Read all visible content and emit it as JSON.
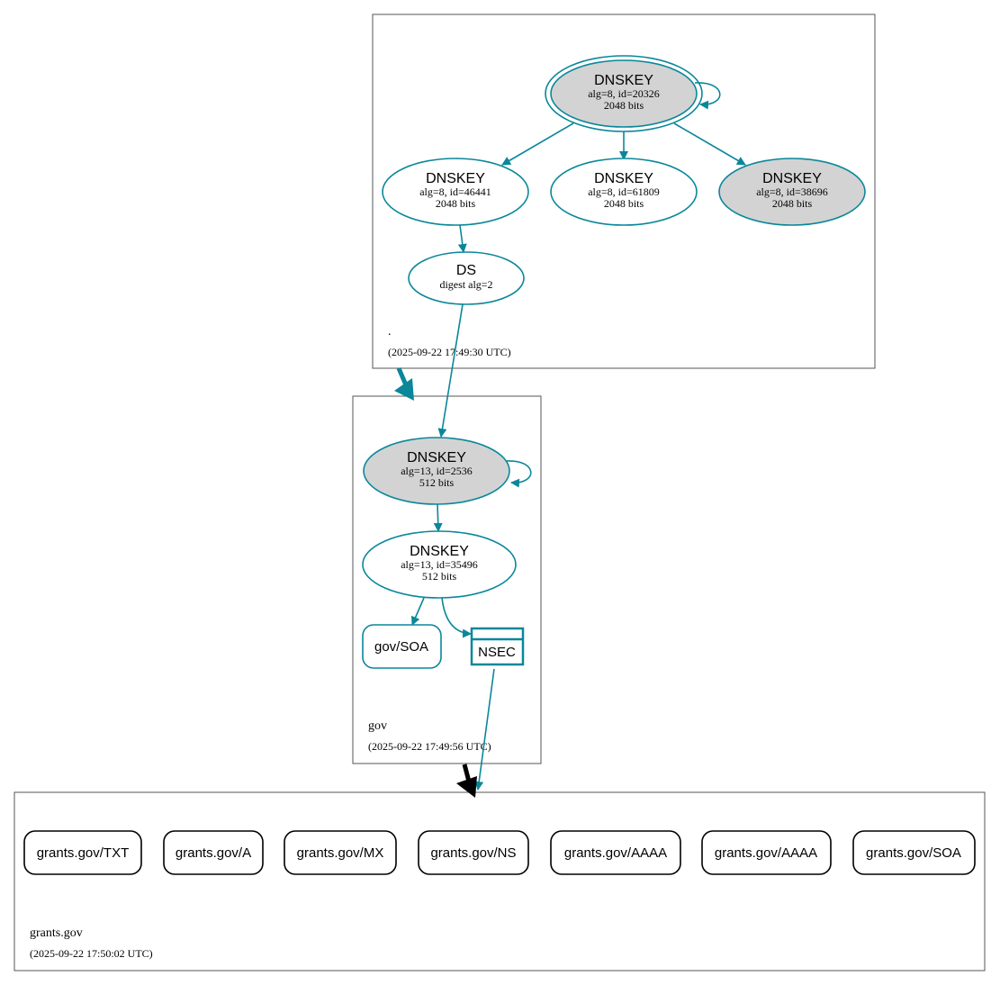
{
  "colors": {
    "teal": "#0a879a",
    "black": "#000000",
    "gray_fill": "#d3d3d3",
    "white": "#ffffff"
  },
  "zones": {
    "root": {
      "name": ".",
      "timestamp": "(2025-09-22 17:49:30 UTC)"
    },
    "gov": {
      "name": "gov",
      "timestamp": "(2025-09-22 17:49:56 UTC)"
    },
    "grants": {
      "name": "grants.gov",
      "timestamp": "(2025-09-22 17:50:02 UTC)"
    }
  },
  "nodes": {
    "root_ksk": {
      "title": "DNSKEY",
      "line1": "alg=8, id=20326",
      "line2": "2048 bits"
    },
    "root_zsk1": {
      "title": "DNSKEY",
      "line1": "alg=8, id=46441",
      "line2": "2048 bits"
    },
    "root_zsk2": {
      "title": "DNSKEY",
      "line1": "alg=8, id=61809",
      "line2": "2048 bits"
    },
    "root_zsk3": {
      "title": "DNSKEY",
      "line1": "alg=8, id=38696",
      "line2": "2048 bits"
    },
    "gov_ds": {
      "title": "DS",
      "line1": "digest alg=2"
    },
    "gov_ksk": {
      "title": "DNSKEY",
      "line1": "alg=13, id=2536",
      "line2": "512 bits"
    },
    "gov_zsk": {
      "title": "DNSKEY",
      "line1": "alg=13, id=35496",
      "line2": "512 bits"
    },
    "gov_soa": {
      "label": "gov/SOA"
    },
    "gov_nsec": {
      "label": "NSEC"
    }
  },
  "records": [
    "grants.gov/TXT",
    "grants.gov/A",
    "grants.gov/MX",
    "grants.gov/NS",
    "grants.gov/AAAA",
    "grants.gov/AAAA",
    "grants.gov/SOA"
  ]
}
